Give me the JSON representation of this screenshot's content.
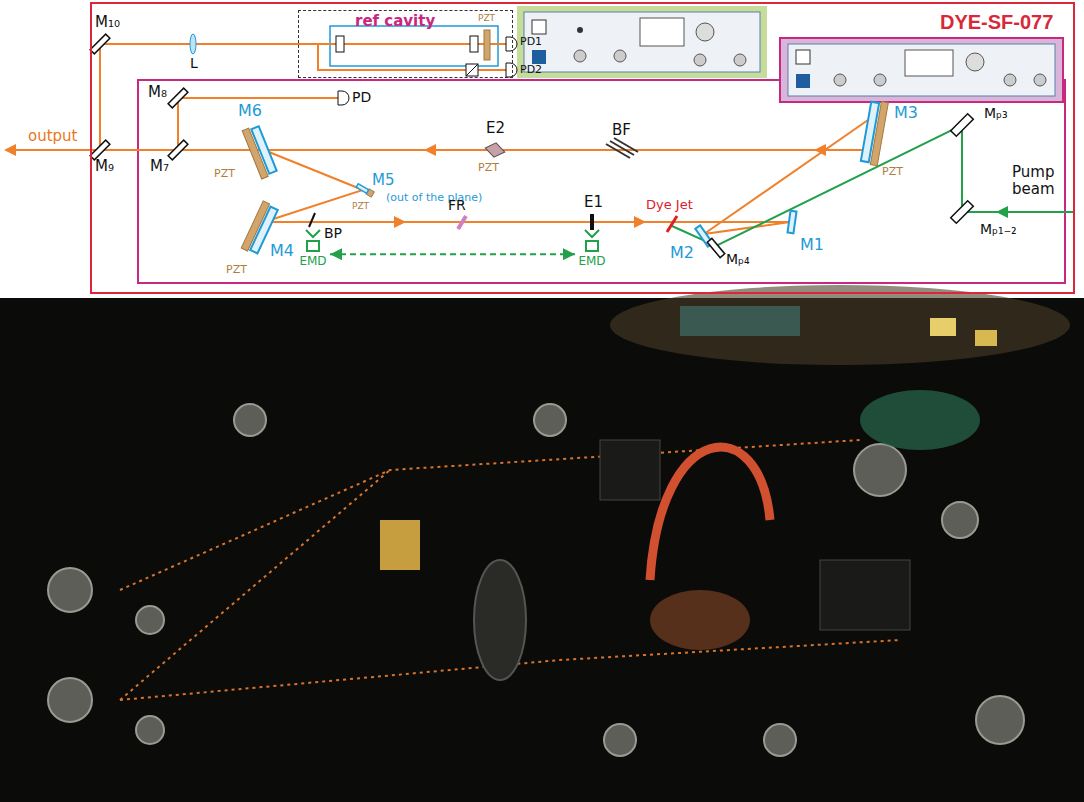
{
  "diagram": {
    "nodes": [
      {
        "text": [
          "DYE-SF-077"
        ]
      },
      {
        "text": [
          "ref cavity"
        ],
        "in": 0
      },
      {
        "text": [
          "EMD"
        ],
        "in": 0
      },
      {
        "text": [
          "EMD"
        ],
        "in": 0
      }
    ],
    "edges": [
      {
        "from": 2,
        "to": 3,
        "arrow": "both"
      }
    ],
    "labels": [
      "M₁₀",
      "L",
      "PZT",
      "PD1",
      "PD2",
      "output",
      "M₉",
      "M₈",
      "PD",
      "M₇",
      "M6",
      "PZT",
      "E2",
      "PZT",
      "BF",
      "M3",
      "PZT",
      "M5",
      "(out of the plane)",
      "PZT",
      "M4",
      "PZT",
      "BP",
      "FR",
      "E1",
      "Dye Jet",
      "M1",
      "M2",
      "Mₚ₄",
      "Mₚ₃",
      "Mₚ₁₋₂",
      "Pump beam"
    ]
  }
}
